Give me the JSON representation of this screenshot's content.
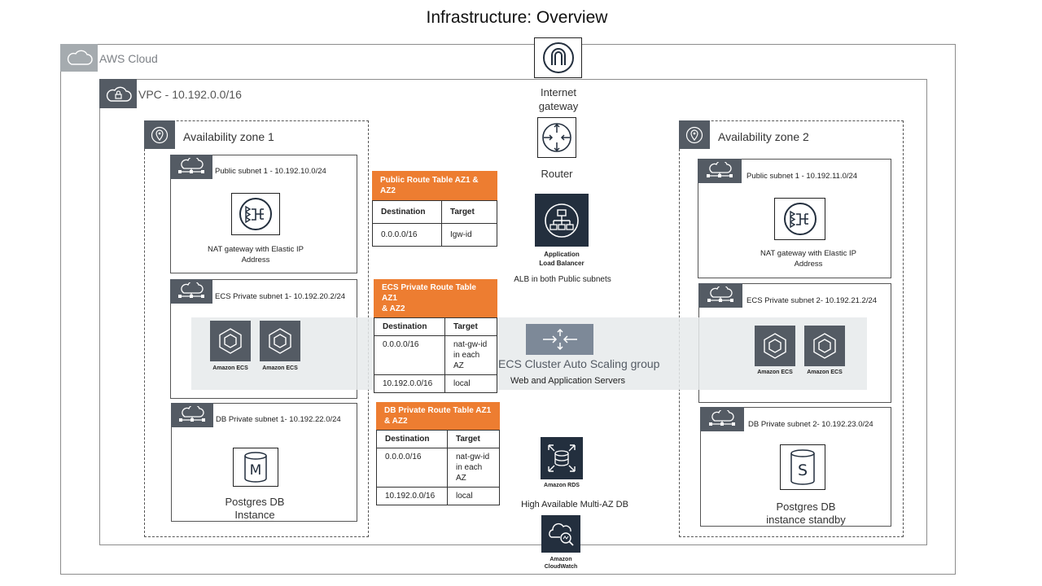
{
  "title": "Infrastructure: Overview",
  "aws_cloud": {
    "label": "AWS Cloud"
  },
  "vpc": {
    "label": "VPC - 10.192.0.0/16"
  },
  "igw": {
    "label_line1": "Internet",
    "label_line2": "gateway"
  },
  "router": {
    "label": "Router"
  },
  "alb": {
    "label_line1": "Application",
    "label_line2": "Load Balancer",
    "note": "ALB  in both Public subnets"
  },
  "az1": {
    "label": "Availability zone 1",
    "public_subnet": {
      "label": "Public subnet 1 - 10.192.10.0/24",
      "nat_line1": "NAT gateway with Elastic IP",
      "nat_line2": "Address"
    },
    "ecs_subnet": {
      "label": "ECS Private subnet 1- 10.192.20.2/24",
      "ecs1": "Amazon ECS",
      "ecs2": "Amazon ECS"
    },
    "db_subnet": {
      "label": "DB Private subnet 1- 10.192.22.0/24",
      "db_glyph": "M",
      "db_line1": "Postgres DB",
      "db_line2": "Instance"
    }
  },
  "az2": {
    "label": "Availability zone 2",
    "public_subnet": {
      "label": "Public subnet 1 - 10.192.11.0/24",
      "nat_line1": "NAT gateway with Elastic IP",
      "nat_line2": "Address"
    },
    "ecs_subnet": {
      "label": "ECS Private subnet 2- 10.192.21.2/24",
      "ecs1": "Amazon ECS",
      "ecs2": "Amazon ECS"
    },
    "db_subnet": {
      "label": "DB Private subnet 2- 10.192.23.0/24",
      "db_glyph": "S",
      "db_line1": "Postgres DB",
      "db_line2": "instance standby"
    }
  },
  "public_rt": {
    "title": "Public Route Table AZ1 & AZ2",
    "headers": [
      "Destination",
      "Target"
    ],
    "rows": [
      [
        "0.0.0.0/16",
        "Igw-id"
      ]
    ]
  },
  "ecs_rt": {
    "title_line1": "ECS Private Route  Table AZ1",
    "title_line2": "& AZ2",
    "headers": [
      "Destination",
      "Target"
    ],
    "rows": [
      [
        "0.0.0.0/16",
        "nat-gw-id",
        "in each",
        "AZ"
      ],
      [
        "10.192.0.0/16",
        "local"
      ]
    ]
  },
  "db_rt": {
    "title_line1": "DB Private Route  Table AZ1",
    "title_line2": "& AZ2",
    "headers": [
      "Destination",
      "Target"
    ],
    "rows": [
      [
        "0.0.0.0/16",
        "nat-gw-id",
        "in each",
        "AZ"
      ],
      [
        "10.192.0.0/16",
        "local"
      ]
    ]
  },
  "asg": {
    "label": "ECS Cluster Auto Scaling group",
    "sub": "Web and Application Servers"
  },
  "rds": {
    "label": "Amazon RDS",
    "note": "High Available Multi-AZ DB"
  },
  "cloudwatch": {
    "label_line1": "Amazon",
    "label_line2": "CloudWatch"
  }
}
